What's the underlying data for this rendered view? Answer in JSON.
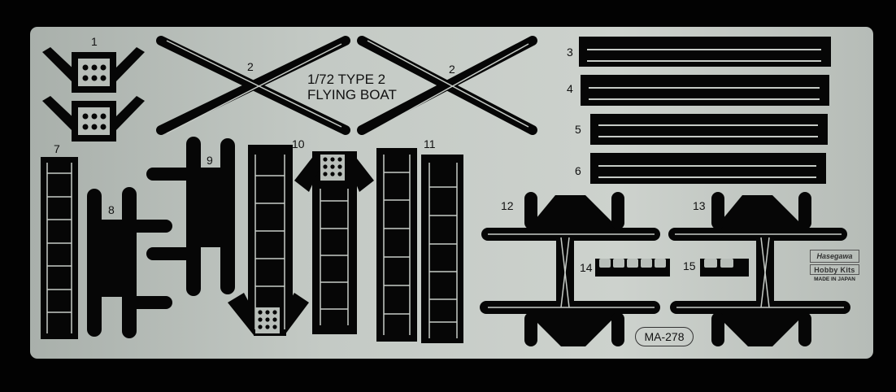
{
  "product": {
    "title_line1": "1/72 TYPE 2",
    "title_line2": "FLYING BOAT",
    "code": "MA-278",
    "brand_logo": "Hasegawa",
    "brand_line": "Hobby Kits",
    "origin": "MADE IN JAPAN"
  },
  "colors": {
    "background": "#020202",
    "fret_metal": "#b9bfba",
    "fret_highlight": "#d2d7d2",
    "etched_part": "#060606",
    "frame_line": "#c9cec9"
  },
  "parts": [
    {
      "number": "1",
      "desc": "bracket with 6 holes (x2)"
    },
    {
      "number": "2",
      "desc": "X-shaped strut"
    },
    {
      "number": "2",
      "desc": "X-shaped strut"
    },
    {
      "number": "3",
      "desc": "long rail"
    },
    {
      "number": "4",
      "desc": "long rail"
    },
    {
      "number": "5",
      "desc": "long rail"
    },
    {
      "number": "6",
      "desc": "long rail"
    },
    {
      "number": "7",
      "desc": "ladder"
    },
    {
      "number": "8",
      "desc": "frame"
    },
    {
      "number": "9",
      "desc": "frame"
    },
    {
      "number": "10",
      "desc": "ladder with holed ends"
    },
    {
      "number": "11",
      "desc": "ladder"
    },
    {
      "number": "12",
      "desc": "trestle assembly"
    },
    {
      "number": "13",
      "desc": "trestle assembly"
    },
    {
      "number": "14",
      "desc": "comb strip"
    },
    {
      "number": "15",
      "desc": "comb strip"
    }
  ]
}
